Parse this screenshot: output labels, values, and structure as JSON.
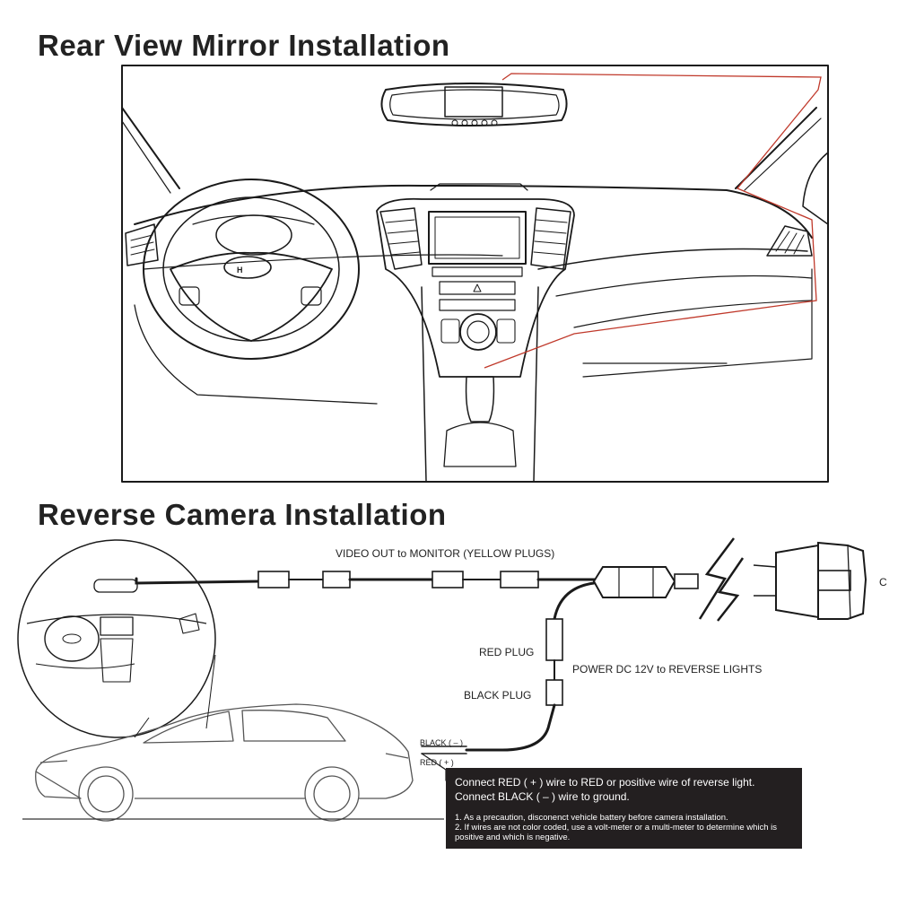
{
  "titles": {
    "mirror": "Rear View Mirror Installation",
    "camera": "Reverse Camera Installation"
  },
  "labels": {
    "video_out": "VIDEO OUT to MONITOR (YELLOW PLUGS)",
    "red_plug": "RED PLUG",
    "black_plug": "BLACK PLUG",
    "power": "POWER DC 12V to REVERSE LIGHTS",
    "black_wire": "BLACK ( – )",
    "red_wire": "RED ( + )",
    "camera_edge": "C"
  },
  "note": {
    "main": "Connect RED ( + ) wire to RED or positive wire of reverse light. Connect BLACK ( – ) wire to ground.",
    "items": [
      "1. As a precaution, disconenct vehicle battery before camera installation.",
      "2. If wires are not color coded, use a volt-meter or a multi-meter to determine which is positive and which is negative."
    ]
  },
  "colors": {
    "wire_route": "#c0392b",
    "note_background": "#231f20",
    "line": "#1a1a1a"
  }
}
